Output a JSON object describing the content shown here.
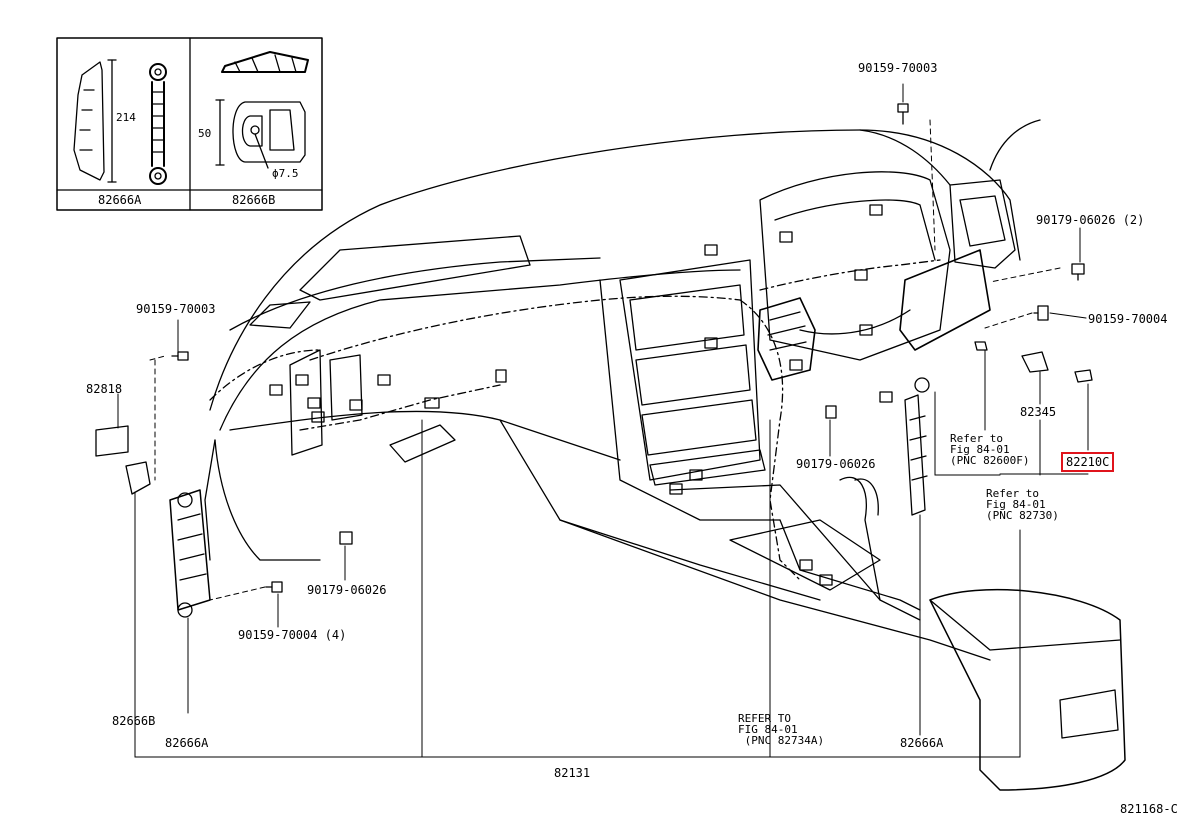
{
  "inset": {
    "left_label": "82666A",
    "right_label": "82666B",
    "dim_height": "214",
    "dim_50": "50",
    "dim_hole": "ϕ7.5"
  },
  "labels": {
    "p90159_70003_top": "90159-70003",
    "p90179_06026_2": "90179-06026 (2)",
    "p90159_70004_right": "90159-70004",
    "p90159_70003_left": "90159-70003",
    "p82818": "82818",
    "p82345": "82345",
    "p82210c": "82210C",
    "refer_82600f": "Refer to\nFig 84-01\n(PNC 82600F)",
    "refer_82730": "Refer to\nFig 84-01\n(PNC 82730)",
    "p90179_06026_mid": "90179-06026",
    "p90179_06026_left": "90179-06026",
    "p90159_70004_4": "90159-70004 (4)",
    "p82666b": "82666B",
    "p82666a_left": "82666A",
    "refer_82734a": "REFER TO\nFIG 84-01\n (PNC 82734A)",
    "p82666a_right": "82666A",
    "p82131": "82131",
    "diagram_id": "821168-C"
  },
  "highlight_color": "#e0141c"
}
